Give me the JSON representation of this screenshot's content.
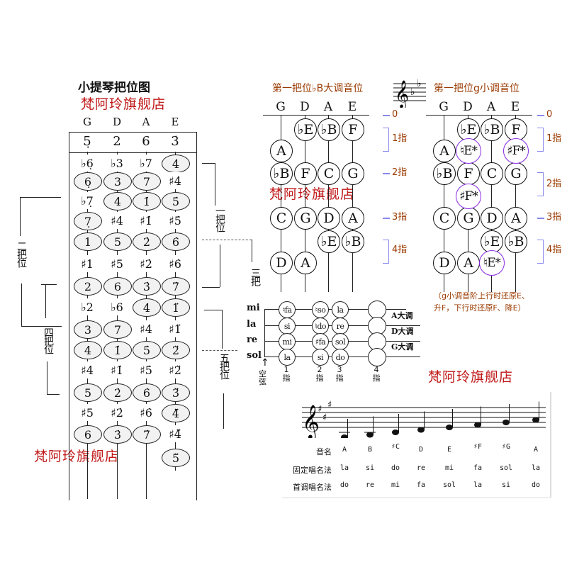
{
  "left_chart": {
    "title": "小提琴把位图",
    "strings": [
      "G",
      "D",
      "A",
      "E"
    ],
    "open_notes": [
      "5̣",
      "2",
      "6",
      "3̇"
    ],
    "rows": [
      [
        {
          "t": "♭6̣"
        },
        {
          "t": "♭3"
        },
        {
          "t": "♭7"
        },
        {
          "t": "4̇",
          "c": 1
        }
      ],
      [
        {
          "t": "6̣",
          "c": 1
        },
        {
          "t": "3",
          "c": 1
        },
        {
          "t": "7",
          "c": 1
        },
        {
          "t": "♯4̇"
        }
      ],
      [
        {
          "t": "♭7̣"
        },
        {
          "t": "4",
          "c": 1
        },
        {
          "t": "1̇",
          "c": 1
        },
        {
          "t": "5̇",
          "c": 1
        }
      ],
      [
        {
          "t": "7̣",
          "c": 1
        },
        {
          "t": "♯4"
        },
        {
          "t": "♯1̇"
        },
        {
          "t": "♯5̇"
        }
      ],
      [
        {
          "t": "1",
          "c": 1
        },
        {
          "t": "5",
          "c": 1
        },
        {
          "t": "2̇",
          "c": 1
        },
        {
          "t": "6̇",
          "c": 1
        }
      ],
      [
        {
          "t": "♯1"
        },
        {
          "t": "♯5"
        },
        {
          "t": "♯2̇"
        },
        {
          "t": "♯6̇"
        }
      ],
      [
        {
          "t": "2",
          "c": 1
        },
        {
          "t": "6",
          "c": 1
        },
        {
          "t": "3̇",
          "c": 1
        },
        {
          "t": "7̇",
          "c": 1
        }
      ],
      [
        {
          "t": "♭2"
        },
        {
          "t": "♭6"
        },
        {
          "t": "4̇",
          "c": 1
        },
        {
          "t": "1̈",
          "c": 1
        }
      ],
      [
        {
          "t": "3",
          "c": 1
        },
        {
          "t": "7",
          "c": 1
        },
        {
          "t": "♯4̇"
        },
        {
          "t": "♯1̈"
        }
      ],
      [
        {
          "t": "4",
          "c": 1
        },
        {
          "t": "1̇",
          "c": 1
        },
        {
          "t": "5̇",
          "c": 1
        },
        {
          "t": "2̈",
          "c": 1
        }
      ],
      [
        {
          "t": "♯4"
        },
        {
          "t": "♯1̇"
        },
        {
          "t": "♯5̇"
        },
        {
          "t": "♯2̈"
        }
      ],
      [
        {
          "t": "5",
          "c": 1
        },
        {
          "t": "2̇",
          "c": 1
        },
        {
          "t": "6̇",
          "c": 1
        },
        {
          "t": "3̈",
          "c": 1
        }
      ],
      [
        {
          "t": "♯5"
        },
        {
          "t": "♯2̇"
        },
        {
          "t": "♯6̇"
        },
        {
          "t": "4̈",
          "c": 1
        }
      ],
      [
        {
          "t": "6",
          "c": 1
        },
        {
          "t": "3̇",
          "c": 1
        },
        {
          "t": "7̇",
          "c": 1
        },
        {
          "t": "♯4̈"
        }
      ],
      [
        {
          "t": ""
        },
        {
          "t": ""
        },
        {
          "t": ""
        },
        {
          "t": "5̈",
          "c": 1
        }
      ]
    ],
    "positions": {
      "first": "一把位",
      "second": "二把位",
      "third": "三把",
      "fourth": "四把位",
      "fifth": "五把位"
    }
  },
  "watermark": "梵阿玲旗舰店",
  "bflat_chart": {
    "title": "第一把位♭B大调音位",
    "strings": [
      "G",
      "D",
      "A",
      "E"
    ],
    "labels": [
      "0",
      "1指",
      "2指",
      "3指",
      "4指"
    ],
    "rows": [
      [
        "",
        "♭E",
        "♭B",
        "F"
      ],
      [
        "A",
        "",
        "",
        ""
      ],
      [
        "♭B",
        "F",
        "C",
        "G"
      ],
      [
        "",
        "",
        "",
        ""
      ],
      [
        "C",
        "G",
        "D",
        "A"
      ],
      [
        "",
        "",
        "♭E",
        "♭B"
      ],
      [
        "D",
        "A",
        "",
        ""
      ]
    ]
  },
  "gminor_chart": {
    "title": "第一把位g小调音位",
    "strings": [
      "G",
      "D",
      "A",
      "E"
    ],
    "labels": [
      "0",
      "1指",
      "2指",
      "3指",
      "4指"
    ],
    "rows": [
      [
        "",
        "♭E",
        "♭B",
        "F"
      ],
      [
        "A",
        "♮E*",
        "",
        "♯F*"
      ],
      [
        "♭B",
        "F",
        "C",
        "G"
      ],
      [
        "",
        "♯F*",
        "",
        ""
      ],
      [
        "C",
        "G",
        "D",
        "A"
      ],
      [
        "",
        "",
        "♭E",
        "♭B"
      ],
      [
        "D",
        "A",
        "♮E*",
        ""
      ]
    ],
    "note_line1": "（g小调音阶上行时还原E、",
    "note_line2": "升F，下行时还原F、降E）",
    "highlight_color": "#8a2be2"
  },
  "solfege_chart": {
    "string_labels": [
      "mi",
      "la",
      "re",
      "sol"
    ],
    "rows": [
      [
        "♮fa",
        "♮so",
        "la",
        ""
      ],
      [
        "si",
        "♮do",
        "re",
        ""
      ],
      [
        "mi",
        "♯fa",
        "sol",
        ""
      ],
      [
        "la",
        "si",
        "do",
        ""
      ]
    ],
    "keys": [
      "A大调",
      "D大调",
      "G大调"
    ],
    "open_label": "空弦",
    "fingers": [
      "1指",
      "2指",
      "3指",
      "4指"
    ]
  },
  "scale_panel": {
    "row_labels": [
      "音名",
      "固定唱名法",
      "首调唱名法"
    ],
    "note_names": [
      "A",
      "B",
      "♯C",
      "D",
      "E",
      "♯F",
      "♯G",
      "A"
    ],
    "fixed_do": [
      "la",
      "si",
      "do",
      "re",
      "mi",
      "fa",
      "sol",
      "la"
    ],
    "movable_do": [
      "do",
      "re",
      "mi",
      "fa",
      "sol",
      "la",
      "si",
      "do"
    ]
  }
}
